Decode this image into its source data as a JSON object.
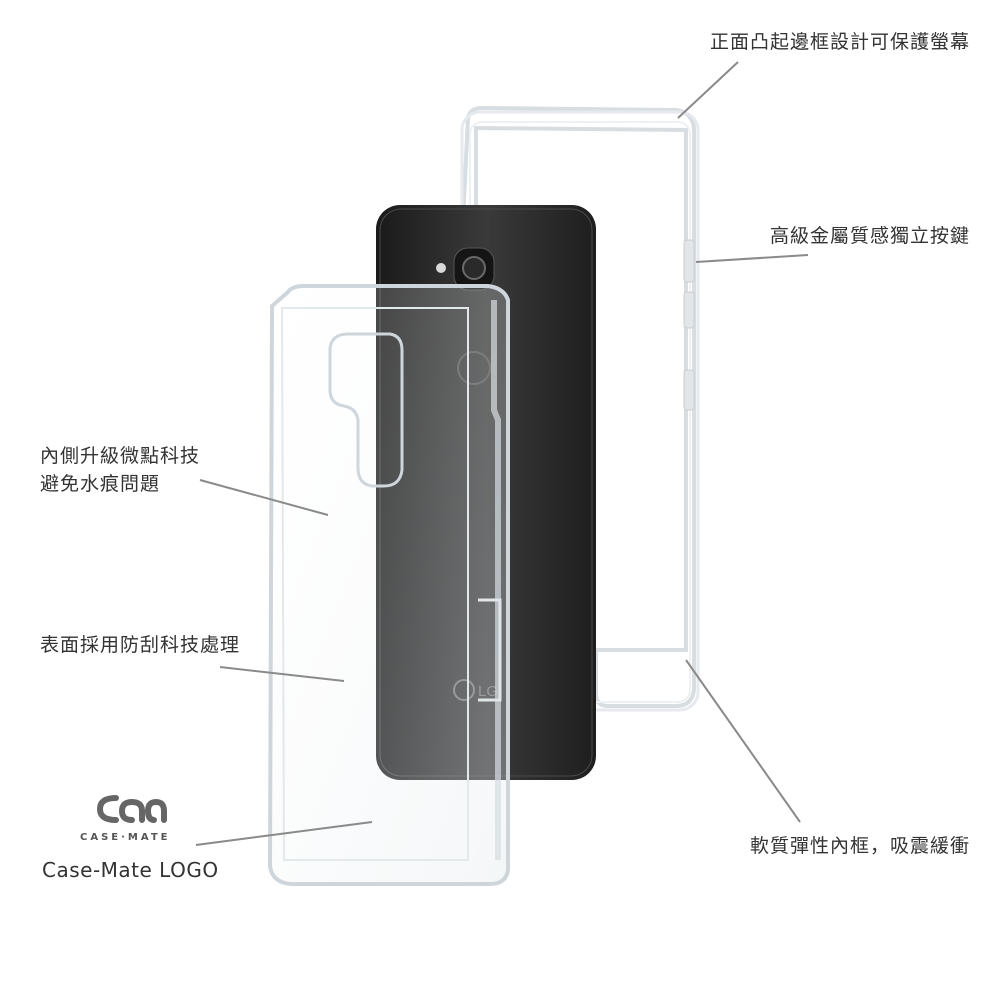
{
  "callouts": {
    "raised_bezel": "正面凸起邊框設計可保護螢幕",
    "metal_buttons": "高級金屬質感獨立按鍵",
    "micro_dot": [
      "內側升級微點科技",
      "避免水痕問題"
    ],
    "scratch_resist": "表面採用防刮科技處理",
    "shock_absorb": "軟質彈性內框，吸震緩衝",
    "logo_caption": "Case-Mate LOGO"
  },
  "logo": {
    "wordmark": "CASE·MATE",
    "icon": "case-mate-logo-icon"
  },
  "phone": {
    "brand_mark": "LG"
  },
  "colors": {
    "text": "#333333",
    "leader_line": "#8a8a8a",
    "phone_body": "#2b2b2b",
    "case_edge": "#d8dde2"
  }
}
